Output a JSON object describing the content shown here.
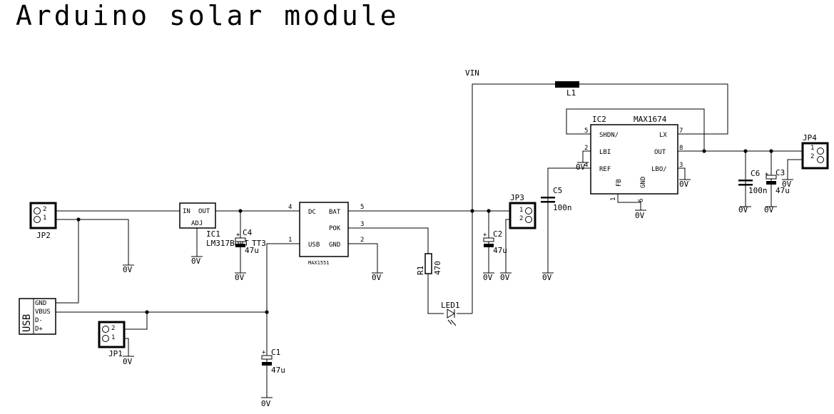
{
  "title": "Arduino solar module",
  "nets": {
    "vin": "VIN",
    "gnd": "0V"
  },
  "components": {
    "jp2": {
      "ref": "JP2",
      "pin1": "1",
      "pin2": "2"
    },
    "jp1": {
      "ref": "JP1",
      "pin1": "1",
      "pin2": "2"
    },
    "jp3": {
      "ref": "JP3",
      "pin1": "1",
      "pin2": "2"
    },
    "jp4": {
      "ref": "JP4",
      "pin1": "1",
      "pin2": "2"
    },
    "usb": {
      "ref": "USB",
      "pins": [
        "GND",
        "VBUS",
        "D-",
        "D+"
      ]
    },
    "ic1": {
      "ref": "IC1",
      "value": "LM317BD2T",
      "pin_in": "IN",
      "pin_out": "OUT",
      "pin_adj": "ADJ"
    },
    "c4": {
      "ref": "C4",
      "value": "47u",
      "overlap_text": "TT3"
    },
    "c1": {
      "ref": "C1",
      "value": "47u"
    },
    "c2": {
      "ref": "C2",
      "value": "47u"
    },
    "c3": {
      "ref": "C3",
      "value": "47u"
    },
    "c5": {
      "ref": "C5",
      "value": "100n"
    },
    "c6": {
      "ref": "C6",
      "value": "100n"
    },
    "r1": {
      "ref": "R1",
      "value": "470"
    },
    "led1": {
      "ref": "LED1"
    },
    "l1": {
      "ref": "L1"
    },
    "max1551": {
      "value": "MAX1551",
      "pins": {
        "dc": "DC",
        "usb": "USB",
        "bat": "BAT",
        "pok": "POK",
        "gnd": "GND"
      },
      "pin_numbers": {
        "dc": "4",
        "usb": "1",
        "bat": "5",
        "pok": "3",
        "gnd": "2"
      }
    },
    "ic2": {
      "ref": "IC2",
      "value": "MAX1674",
      "pins": {
        "shdn": "SHDN/",
        "lbi": "LBI",
        "ref": "REF",
        "lx": "LX",
        "out": "OUT",
        "lbo": "LBO/",
        "fb": "FB",
        "gnd": "GND"
      },
      "pin_numbers": {
        "shdn": "5",
        "lbi": "2",
        "ref": "4",
        "lx": "7",
        "out": "8",
        "lbo": "3",
        "fb": "1",
        "gnd": "6"
      }
    }
  }
}
